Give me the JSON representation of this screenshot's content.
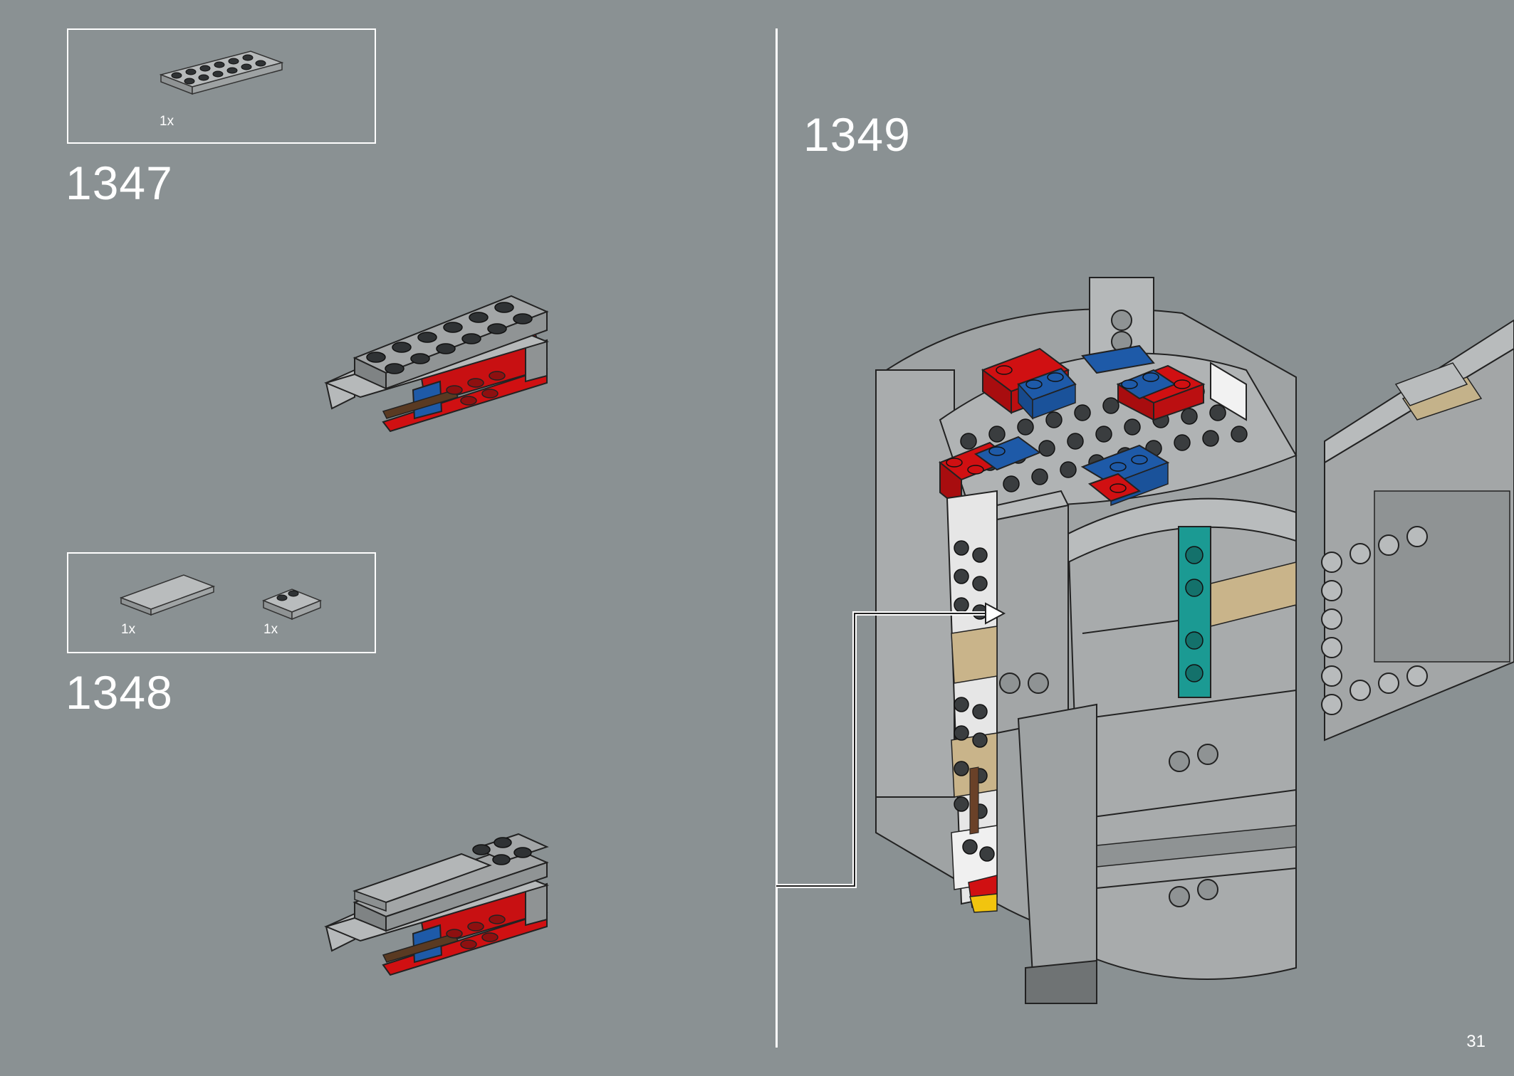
{
  "steps": [
    {
      "number": "1347",
      "parts": [
        {
          "qty": "1x",
          "part_icon": "plate-2x6-gray-icon"
        }
      ]
    },
    {
      "number": "1348",
      "parts": [
        {
          "qty": "1x",
          "part_icon": "tile-2x4-gray-icon"
        },
        {
          "qty": "1x",
          "part_icon": "plate-2x2-gray-icon"
        }
      ]
    },
    {
      "number": "1349",
      "parts": []
    }
  ],
  "page_number": "31",
  "colors": {
    "background": "#8a9193",
    "brick_gray": "#a9acad",
    "brick_red": "#d01012",
    "brick_blue": "#1e5aa8",
    "brick_teal": "#1b9a93",
    "brick_tan": "#c9b48a",
    "stud_dark": "#3a3d3f"
  }
}
